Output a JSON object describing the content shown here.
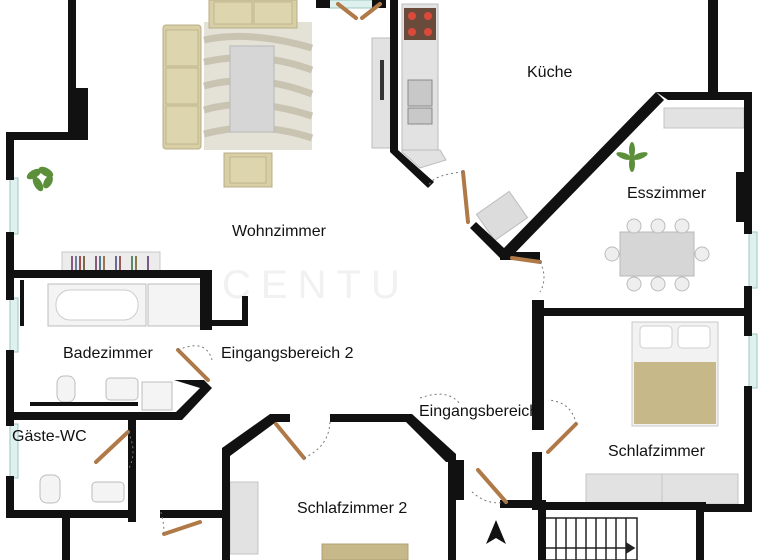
{
  "colors": {
    "wall": "#111111",
    "window": "#dff1ee",
    "door": "#b07a48",
    "furniture_grey": "#d9d9d9",
    "sofa": "#d8cfa6",
    "bed_cover": "#c7b88a",
    "plant": "#5c8f3a"
  },
  "watermark": "CENTU",
  "rooms": {
    "kueche": "Küche",
    "wohnzimmer": "Wohnzimmer",
    "esszimmer": "Esszimmer",
    "badezimmer": "Badezimmer",
    "eingangsbereich_2": "Eingangsbereich 2",
    "eingangsbereich": "Eingangsbereich",
    "gaeste_wc": "Gäste-WC",
    "schlafzimmer": "Schlafzimmer",
    "schlafzimmer_2": "Schlafzimmer 2"
  },
  "icons": {
    "entrance": "entrance-arrow-icon",
    "plant": "plant-icon",
    "stairs": "stairs-icon"
  }
}
